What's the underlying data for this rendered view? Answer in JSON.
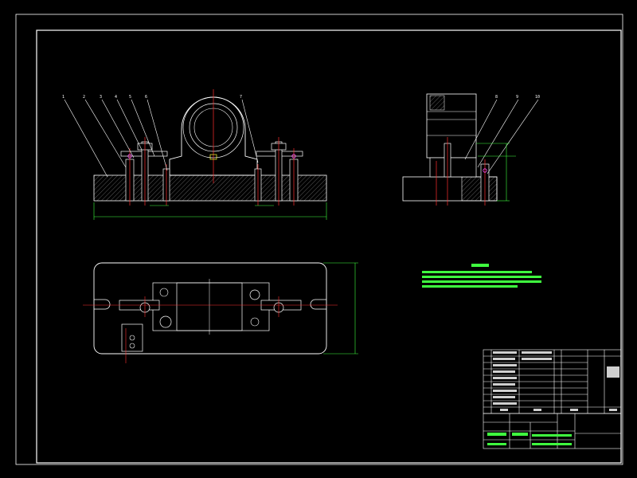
{
  "drawing": {
    "part_labels_front": [
      "1",
      "2",
      "3",
      "4",
      "5",
      "6",
      "7"
    ],
    "part_labels_side": [
      "8",
      "9",
      "10"
    ]
  },
  "colors": {
    "background": "#000000",
    "line": "#ffffff",
    "dimension": "#3fff3f",
    "section": "#ff3030",
    "hatch": "#bbbbbb",
    "highlight": "#ff55ff"
  }
}
